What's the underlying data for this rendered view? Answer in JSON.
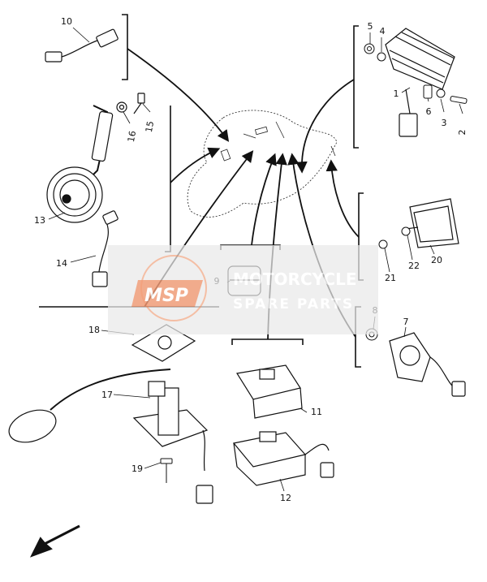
{
  "diagram": {
    "callouts": [
      {
        "id": "1",
        "label": "1"
      },
      {
        "id": "2",
        "label": "2"
      },
      {
        "id": "3",
        "label": "3"
      },
      {
        "id": "4",
        "label": "4"
      },
      {
        "id": "5",
        "label": "5"
      },
      {
        "id": "6",
        "label": "6"
      },
      {
        "id": "7",
        "label": "7"
      },
      {
        "id": "8",
        "label": "8"
      },
      {
        "id": "9",
        "label": "9"
      },
      {
        "id": "10",
        "label": "10"
      },
      {
        "id": "11",
        "label": "11"
      },
      {
        "id": "12",
        "label": "12"
      },
      {
        "id": "13",
        "label": "13"
      },
      {
        "id": "14",
        "label": "14"
      },
      {
        "id": "15",
        "label": "15"
      },
      {
        "id": "16",
        "label": "16"
      },
      {
        "id": "17",
        "label": "17"
      },
      {
        "id": "18",
        "label": "18"
      },
      {
        "id": "19",
        "label": "19"
      },
      {
        "id": "20",
        "label": "20"
      },
      {
        "id": "21",
        "label": "21"
      },
      {
        "id": "22",
        "label": "22"
      }
    ]
  },
  "watermark": {
    "logo_text": "MSP",
    "line1": "MOTORCYCLE",
    "line2": "SPARE PARTS",
    "color": "#e9e9e9",
    "accent": "#f08a5d"
  }
}
